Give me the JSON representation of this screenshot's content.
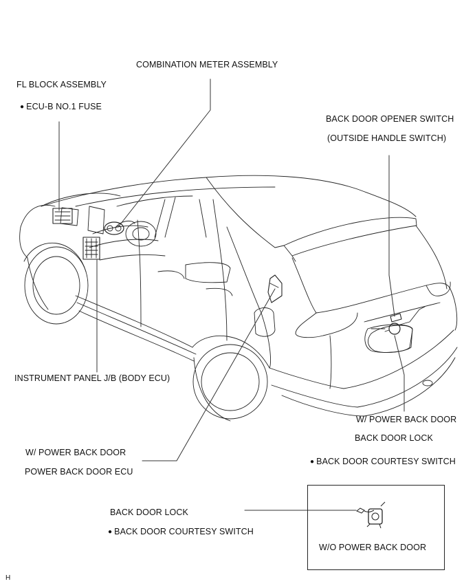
{
  "diagram": {
    "type": "component-location",
    "subject": "vehicle (rear 3/4 view, line drawing)",
    "labels": {
      "combination_meter": "COMBINATION METER ASSEMBLY",
      "fl_block": "FL BLOCK ASSEMBLY",
      "ecu_b_fuse": "ECU-B NO.1 FUSE",
      "back_door_opener_switch": "BACK DOOR OPENER SWITCH",
      "outside_handle_switch": "(OUTSIDE HANDLE SWITCH)",
      "instrument_panel_jb": "INSTRUMENT PANEL J/B (BODY ECU)",
      "w_power_back_door_left": "W/ POWER BACK DOOR",
      "power_back_door_ecu": "POWER BACK DOOR ECU",
      "w_power_back_door_right": "W/ POWER BACK DOOR",
      "back_door_lock_right": "BACK DOOR LOCK",
      "back_door_courtesy_switch_right": "BACK DOOR COURTESY SWITCH",
      "back_door_lock_inset": "BACK DOOR LOCK",
      "back_door_courtesy_switch_inset": "BACK DOOR COURTESY SWITCH",
      "inset_caption": "W/O POWER BACK DOOR"
    },
    "figure_code": "H"
  }
}
